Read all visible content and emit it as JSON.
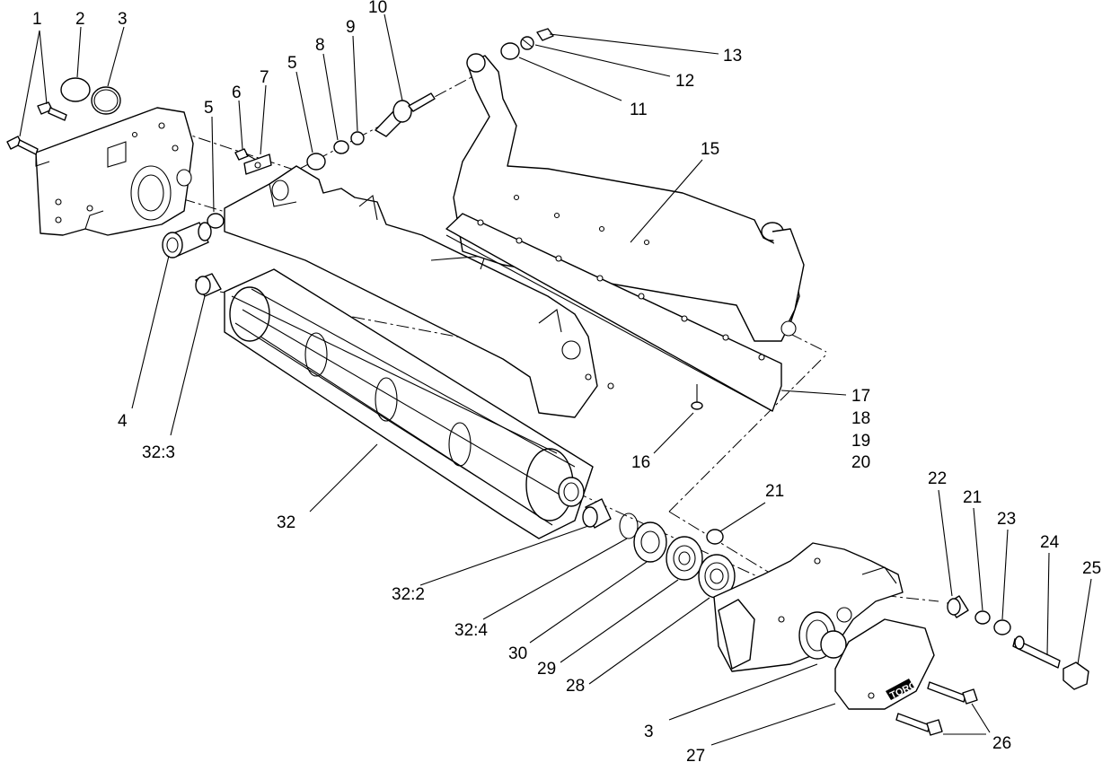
{
  "callouts": [
    {
      "id": "c1",
      "label": "1"
    },
    {
      "id": "c2",
      "label": "2"
    },
    {
      "id": "c3a",
      "label": "3"
    },
    {
      "id": "c4",
      "label": "4"
    },
    {
      "id": "c5a",
      "label": "5"
    },
    {
      "id": "c5b",
      "label": "5"
    },
    {
      "id": "c6",
      "label": "6"
    },
    {
      "id": "c7",
      "label": "7"
    },
    {
      "id": "c8",
      "label": "8"
    },
    {
      "id": "c9",
      "label": "9"
    },
    {
      "id": "c10",
      "label": "10"
    },
    {
      "id": "c11",
      "label": "11"
    },
    {
      "id": "c12",
      "label": "12"
    },
    {
      "id": "c13",
      "label": "13"
    },
    {
      "id": "c15",
      "label": "15"
    },
    {
      "id": "c16",
      "label": "16"
    },
    {
      "id": "c17",
      "label": "17"
    },
    {
      "id": "c18",
      "label": "18"
    },
    {
      "id": "c19",
      "label": "19"
    },
    {
      "id": "c20",
      "label": "20"
    },
    {
      "id": "c21a",
      "label": "21"
    },
    {
      "id": "c21b",
      "label": "21"
    },
    {
      "id": "c22",
      "label": "22"
    },
    {
      "id": "c23",
      "label": "23"
    },
    {
      "id": "c24",
      "label": "24"
    },
    {
      "id": "c25",
      "label": "25"
    },
    {
      "id": "c26",
      "label": "26"
    },
    {
      "id": "c27",
      "label": "27"
    },
    {
      "id": "c3b",
      "label": "3"
    },
    {
      "id": "c28",
      "label": "28"
    },
    {
      "id": "c29",
      "label": "29"
    },
    {
      "id": "c30",
      "label": "30"
    },
    {
      "id": "c32",
      "label": "32"
    },
    {
      "id": "c32_2",
      "label": "32:2"
    },
    {
      "id": "c32_3",
      "label": "32:3"
    },
    {
      "id": "c32_4",
      "label": "32:4"
    }
  ],
  "logo_text": "TORO"
}
